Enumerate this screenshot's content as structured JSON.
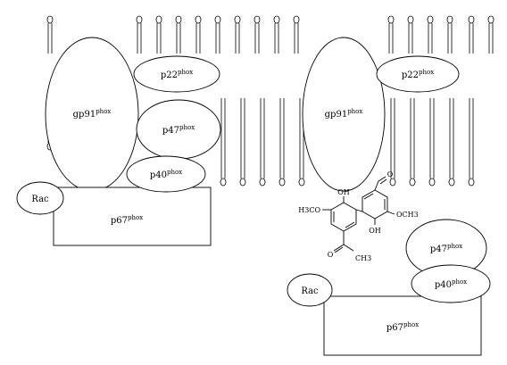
{
  "colors": {
    "line": "#000000",
    "fill": "#ffffff"
  },
  "labels": {
    "gp91": {
      "base": "gp91",
      "sup": "phox"
    },
    "p22": {
      "base": "p22",
      "sup": "phox"
    },
    "p47": {
      "base": "p47",
      "sup": "phox"
    },
    "p40": {
      "base": "p40",
      "sup": "phox"
    },
    "p67": {
      "base": "p67",
      "sup": "phox"
    },
    "rac": "Rac"
  },
  "molecule": {
    "oh_top": "OH",
    "oh_bottom": "OH",
    "methoxy_left": "H3CO",
    "methoxy_right": "OCH3",
    "carbonyl_o_top": "O",
    "carbonyl_o_bottom": "O",
    "methyl_bottom": "CH3"
  }
}
